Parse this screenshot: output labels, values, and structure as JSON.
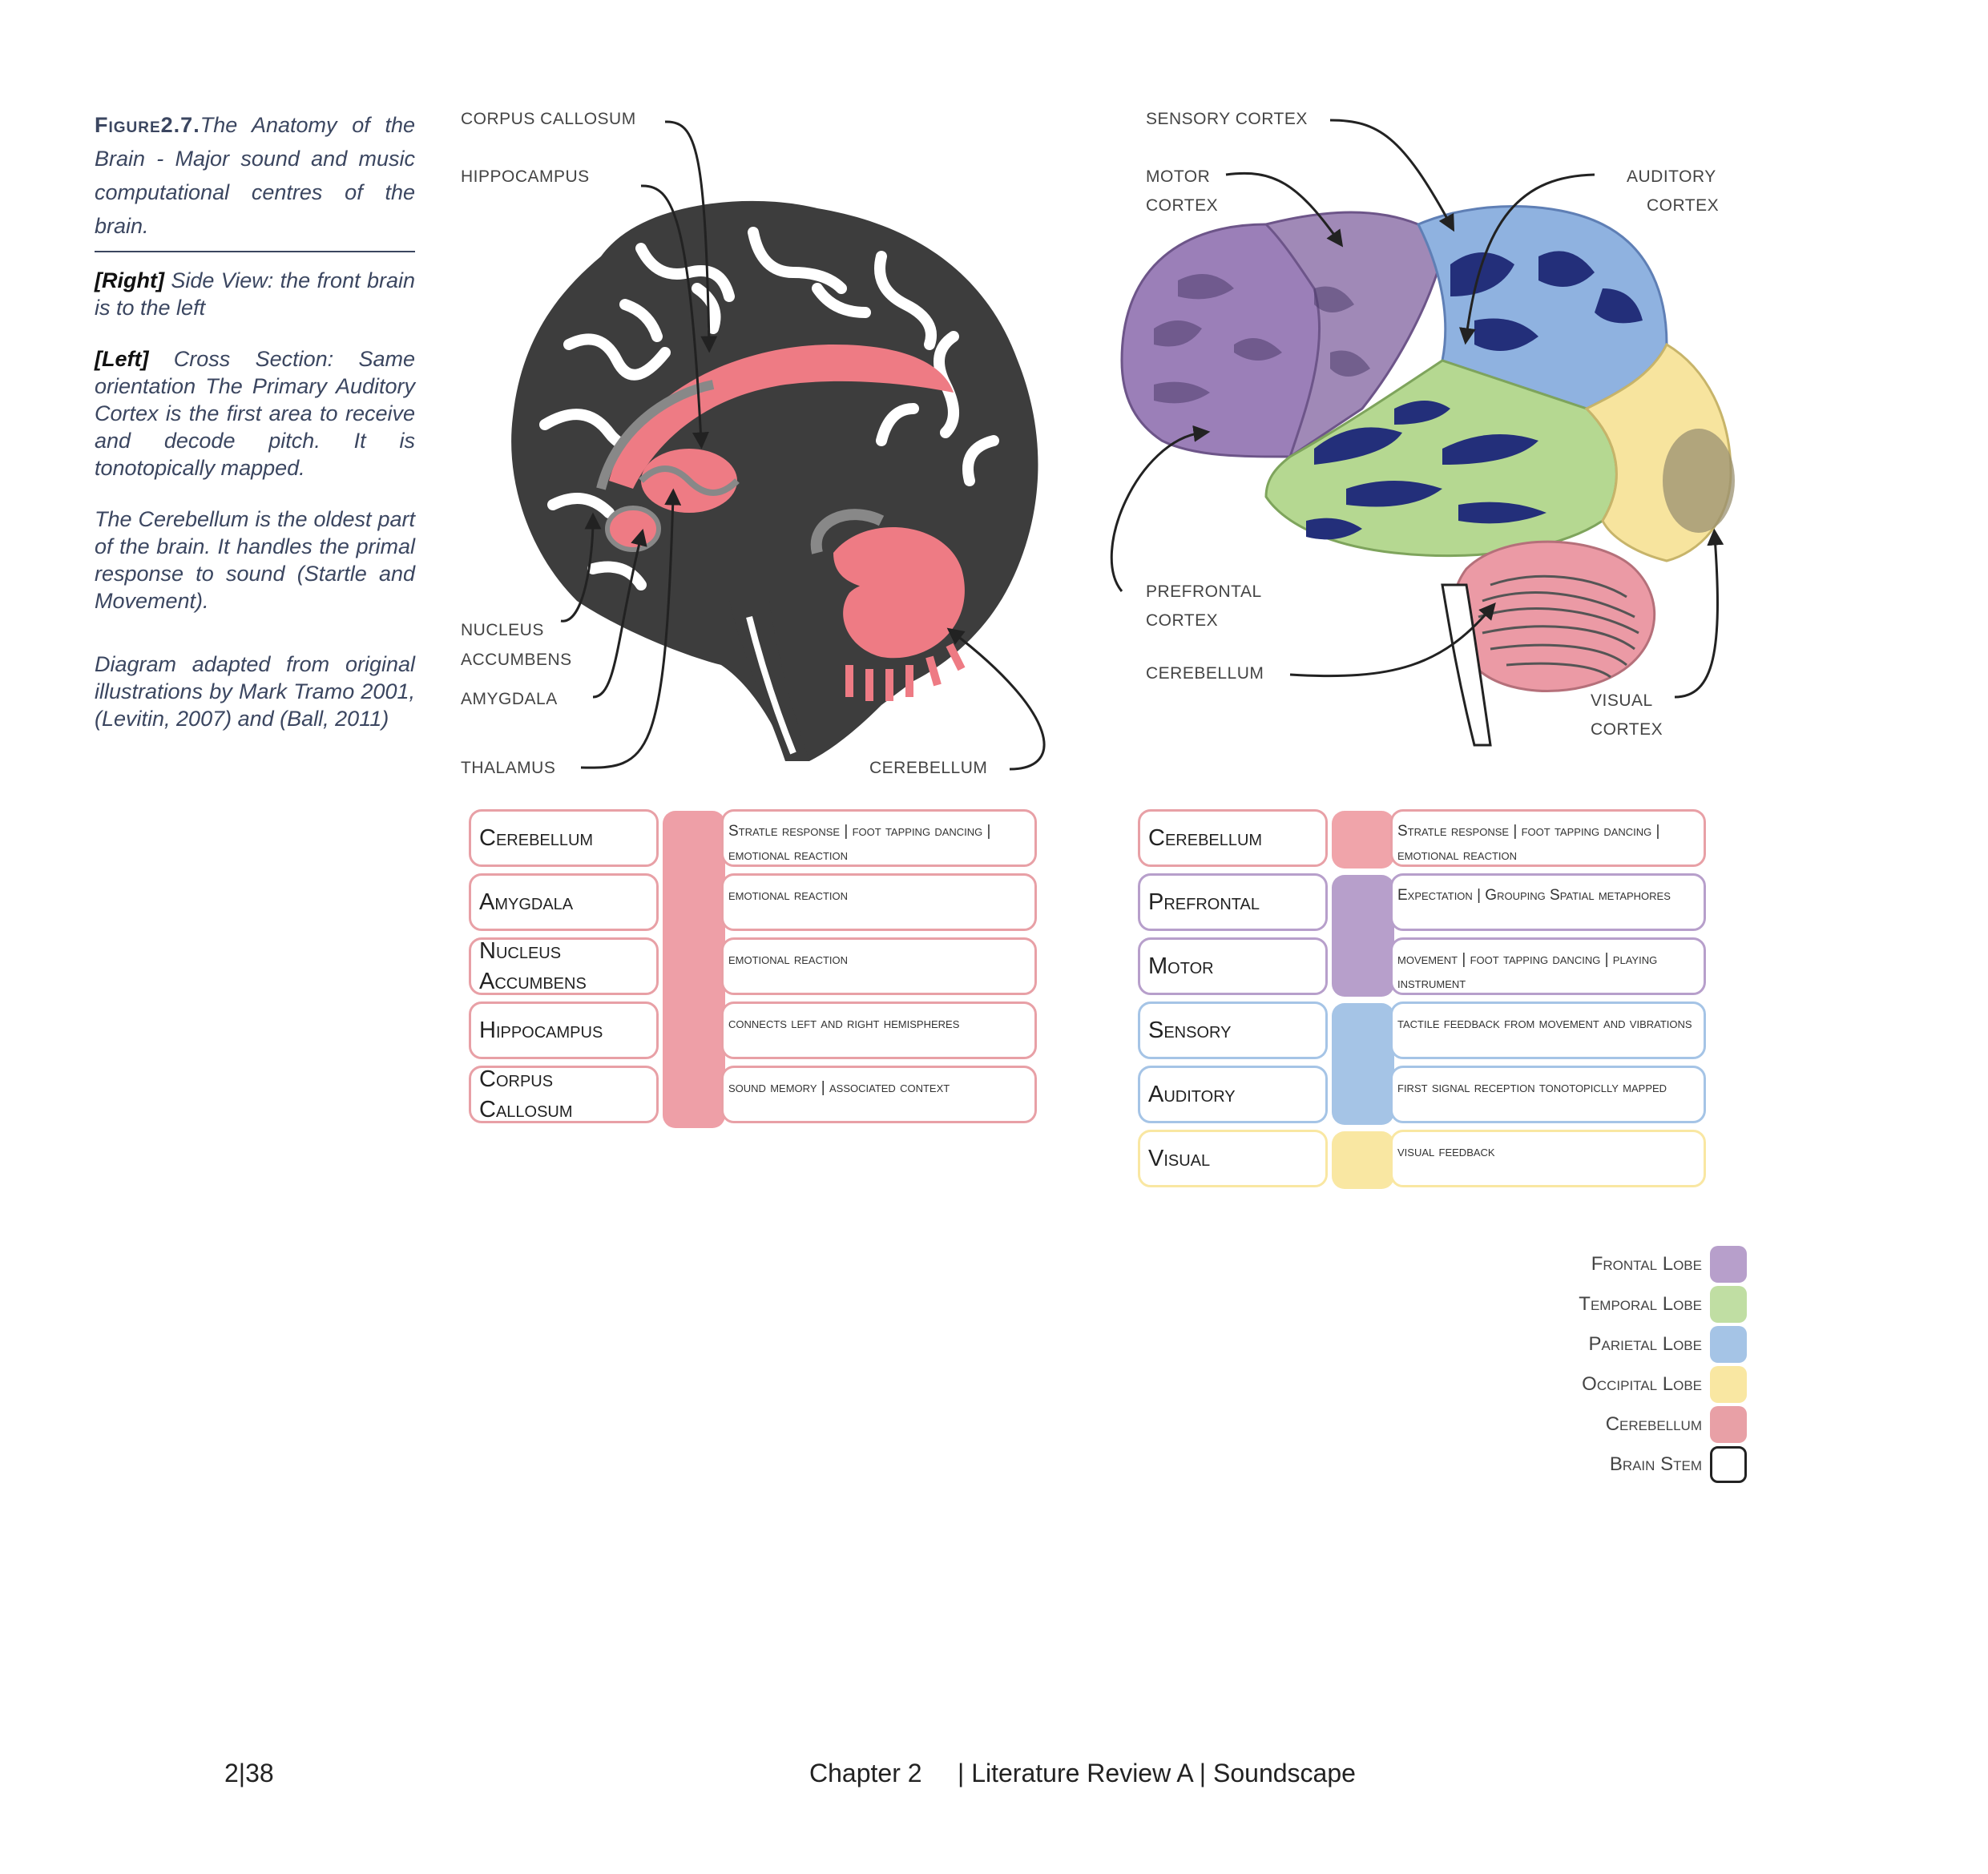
{
  "caption": {
    "figure_label": "Figure2.7.",
    "figure_title": "The Anatomy of the Brain - Major sound and music computational centres of the brain.",
    "right_tag": "[Right]",
    "right_text": " Side View: the front brain is to the left",
    "left_tag": "[Left]",
    "left_text": " Cross Section: Same orientation The Primary Auditory Cortex is the first area to receive and decode pitch. It is tonotopically mapped.",
    "cerebellum_text": "The Cerebellum is the oldest part of the brain. It handles the primal response to sound (Startle and Movement).",
    "source_text": "Diagram adapted from original illustrations by Mark Tramo 2001, (Levitin, 2007) and (Ball, 2011)"
  },
  "left_diagram": {
    "labels": {
      "corpus_callosum": "CORPUS CALLOSUM",
      "hippocampus": "HIPPOCAMPUS",
      "nucleus": "NUCLEUS",
      "accumbens": "ACCUMBENS",
      "amygdala": "AMYGDALA",
      "thalamus": "THALAMUS",
      "cerebellum": "CEREBELLUM"
    }
  },
  "right_diagram": {
    "labels": {
      "sensory_cortex": "SENSORY CORTEX",
      "motor": "MOTOR",
      "motor_cortex": "CORTEX",
      "auditory": "AUDITORY",
      "auditory_cortex": "CORTEX",
      "prefrontal": "PREFRONTAL",
      "prefrontal_cortex": "CORTEX",
      "cerebellum": "CEREBELLUM",
      "visual": "VISUAL",
      "visual_cortex": "CORTEX"
    }
  },
  "left_table": {
    "rows": [
      {
        "name": "Cerebellum",
        "desc": "Stratle response | foot tapping dancing | emotional reaction",
        "color": "#e8a0a6"
      },
      {
        "name": "Amygdala",
        "desc": "emotional reaction",
        "color": "#e8a0a6"
      },
      {
        "name": "Nucleus Accumbens",
        "desc": "emotional reaction",
        "color": "#e8a0a6"
      },
      {
        "name": "Hippocampus",
        "desc": "connects left and right hemispheres",
        "color": "#e8a0a6"
      },
      {
        "name": "Corpus Callosum",
        "desc": "sound memory | associated context",
        "color": "#e8a0a6"
      }
    ]
  },
  "right_table": {
    "rows": [
      {
        "name": "Cerebellum",
        "desc": "Stratle response | foot tapping dancing | emotional reaction",
        "color": "#e8a0a6"
      },
      {
        "name": "Prefrontal",
        "desc": "Expectation | Grouping Spatial metaphores",
        "color": "#b79fcb"
      },
      {
        "name": "Motor",
        "desc": "movement | foot tapping dancing | playing instrument",
        "color": "#b79fcb"
      },
      {
        "name": "Sensory",
        "desc": "tactile feedback from movement and vibrations",
        "color": "#a5c4e6"
      },
      {
        "name": "Auditory",
        "desc": "first signal reception tonotopiclly mapped",
        "color": "#a5c4e6"
      },
      {
        "name": "Visual",
        "desc": "visual feedback",
        "color": "#f9e7a2"
      }
    ]
  },
  "legend": {
    "items": [
      {
        "label": "Frontal Lobe",
        "color": "#b79fcb"
      },
      {
        "label": "Temporal Lobe",
        "color": "#c0dea3"
      },
      {
        "label": "Parietal Lobe",
        "color": "#a5c4e6"
      },
      {
        "label": "Occipital Lobe",
        "color": "#f9e7a2"
      },
      {
        "label": "Cerebellum",
        "color": "#e8a0a6"
      },
      {
        "label": "Brain Stem",
        "color": "#ffffff"
      }
    ]
  },
  "footer": {
    "page": "2|38",
    "chapter": "Chapter 2",
    "section": "| Literature Review A | Soundscape"
  }
}
